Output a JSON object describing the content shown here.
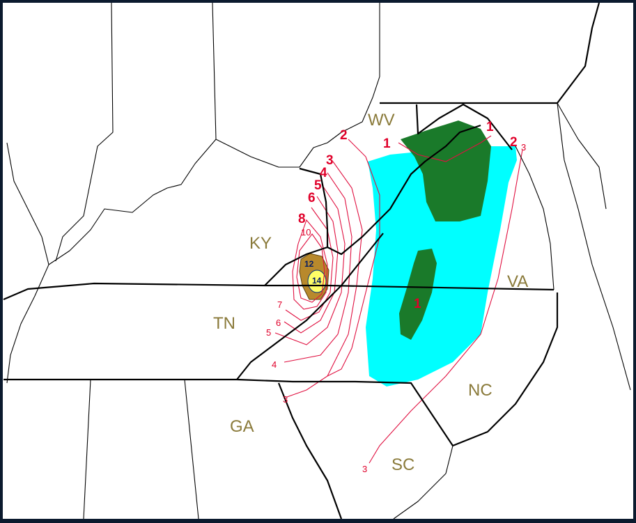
{
  "map": {
    "state_labels": [
      "KY",
      "WV",
      "VA",
      "TN",
      "NC",
      "GA",
      "SC"
    ],
    "contour_labels": {
      "big": [
        "1",
        "1",
        "2",
        "2",
        "3",
        "4",
        "5",
        "6",
        "8",
        "1"
      ],
      "small": [
        "10",
        "7",
        "6",
        "5",
        "4",
        "3",
        "3",
        "3"
      ],
      "inner": [
        "12",
        "14"
      ]
    },
    "colors": {
      "background_frame": "#0b1a2e",
      "land": "#ffffff",
      "zone_cyan": "#00ffff",
      "zone_green": "#1a7a2a",
      "zone_brown": "#b8892c",
      "zone_yellow": "#ffff66",
      "contour_line": "#e01040",
      "state_label": "#8a7a3a"
    }
  }
}
